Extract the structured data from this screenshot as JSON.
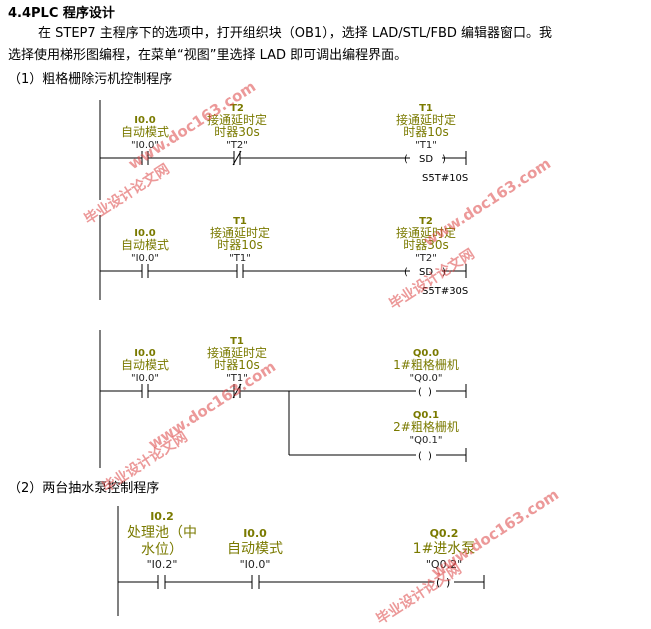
{
  "section_title": "4.4PLC 程序设计",
  "paragraph": {
    "line1": "在 STEP7 主程序下的选项中，打开组织块（OB1），选择 LAD/STL/FBD 编辑器窗口。我",
    "line2": "选择使用梯形图编程，在菜单“视图”里选择 LAD 即可调出编程界面。"
  },
  "sub1_title": "（1）粗格栅除污机控制程序",
  "sub2_title": "（2）两台抽水泵控制程序",
  "watermark": {
    "site": "www.doc163.com",
    "brand": "毕业设计论文网"
  },
  "networks": [
    {
      "contacts": [
        {
          "addr": "I0.0",
          "name": "自动模式",
          "ref": "\"I0.0\"",
          "type": "no"
        },
        {
          "addr": "T2",
          "name": "接通延时定",
          "name2": "时器30s",
          "ref": "\"T2\"",
          "type": "nc"
        }
      ],
      "coil": {
        "addr": "T1",
        "name": "接通延时定",
        "name2": "时器10s",
        "ref": "\"T1\"",
        "symbol": "SD",
        "time": "S5T#10S"
      }
    },
    {
      "contacts": [
        {
          "addr": "I0.0",
          "name": "自动模式",
          "ref": "\"I0.0\"",
          "type": "no"
        },
        {
          "addr": "T1",
          "name": "接通延时定",
          "name2": "时器10s",
          "ref": "\"T1\"",
          "type": "no"
        }
      ],
      "coil": {
        "addr": "T2",
        "name": "接通延时定",
        "name2": "时器30s",
        "ref": "\"T2\"",
        "symbol": "SD",
        "time": "S5T#30S"
      }
    },
    {
      "contacts": [
        {
          "addr": "I0.0",
          "name": "自动模式",
          "ref": "\"I0.0\"",
          "type": "no"
        },
        {
          "addr": "T1",
          "name": "接通延时定",
          "name2": "时器10s",
          "ref": "\"T1\"",
          "type": "nc"
        }
      ],
      "coils": [
        {
          "addr": "Q0.0",
          "name": "1#粗格栅机",
          "ref": "\"Q0.0\"",
          "symbol": ""
        },
        {
          "addr": "Q0.1",
          "name": "2#粗格栅机",
          "ref": "\"Q0.1\"",
          "symbol": ""
        }
      ]
    },
    {
      "contacts": [
        {
          "addr": "I0.2",
          "name": "处理池（中",
          "name2": "水位）",
          "ref": "\"I0.2\"",
          "type": "no"
        },
        {
          "addr": "I0.0",
          "name": "自动模式",
          "ref": "\"I0.0\"",
          "type": "no"
        }
      ],
      "coil": {
        "addr": "Q0.2",
        "name": "1#进水泵",
        "ref": "\"Q0.2\"",
        "symbol": ""
      }
    }
  ]
}
